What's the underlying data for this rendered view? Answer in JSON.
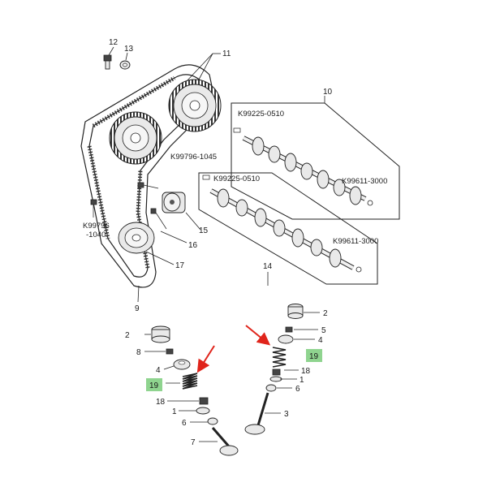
{
  "accent": {
    "highlight": "#8fd48f",
    "arrow": "#e0241b"
  },
  "labels": {
    "p12": "12",
    "p13": "13",
    "p11": "11",
    "p10": "10",
    "k_a": "K99225-0510",
    "k_b": "K99796-1045",
    "k_c": "K99225-0510",
    "k_d": "K99611-3000",
    "k_e": "K99611-3000",
    "k_f1": "K99796",
    "k_f2": "-1040",
    "p15": "15",
    "p16": "16",
    "p17": "17",
    "p14": "14",
    "p9": "9",
    "l2": "2",
    "l8": "8",
    "l4": "4",
    "l19": "19",
    "l18": "18",
    "l1": "1",
    "l6": "6",
    "l7": "7",
    "r2": "2",
    "r5": "5",
    "r4": "4",
    "r19": "19",
    "r18": "18",
    "r1": "1",
    "r6": "6",
    "r3": "3"
  },
  "callouts": [
    {
      "name": "spring-callout-left",
      "target_label": "19"
    },
    {
      "name": "spring-callout-right",
      "target_label": "19"
    }
  ]
}
